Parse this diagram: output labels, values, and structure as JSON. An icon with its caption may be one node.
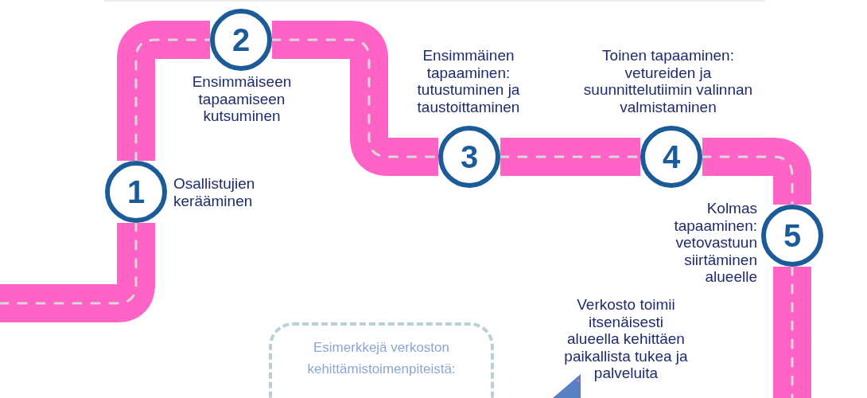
{
  "diagram": {
    "nodes": [
      {
        "text": [
          "1"
        ],
        "beside": [
          "Osallistujien kerääminen"
        ]
      },
      {
        "text": [
          "2"
        ],
        "beside": [
          "Ensimmäiseen tapaamiseen kutsuminen"
        ]
      },
      {
        "text": [
          "3"
        ],
        "beside": [
          "Ensimmäinen tapaaminen: tutustuminen ja taustoittaminen"
        ]
      },
      {
        "text": [
          "4"
        ],
        "beside": [
          "Toinen tapaaminen: vetureiden ja suunnittelutiimin valinnan valmistaminen"
        ]
      },
      {
        "text": [
          "5"
        ],
        "beside": [
          "Kolmas tapaaminen: vetovastuun siirtäminen alueelle"
        ]
      },
      {
        "text": [
          "Esimerkkejä verkoston kehittämistoimenpiteistä:"
        ]
      }
    ],
    "edges": [
      {
        "from": null,
        "to": 0,
        "arrow": "none"
      },
      {
        "from": 0,
        "to": 1,
        "arrow": "none"
      },
      {
        "from": 1,
        "to": 2,
        "arrow": "none"
      },
      {
        "from": 2,
        "to": 3,
        "arrow": "none"
      },
      {
        "from": 3,
        "to": 4,
        "arrow": "none"
      },
      {
        "from": 4,
        "to": null,
        "arrow": "none"
      }
    ],
    "labels": [
      "Verkosto toimii itsenäisesti alueella kehittäen paikallista tukea ja palveluita"
    ]
  }
}
